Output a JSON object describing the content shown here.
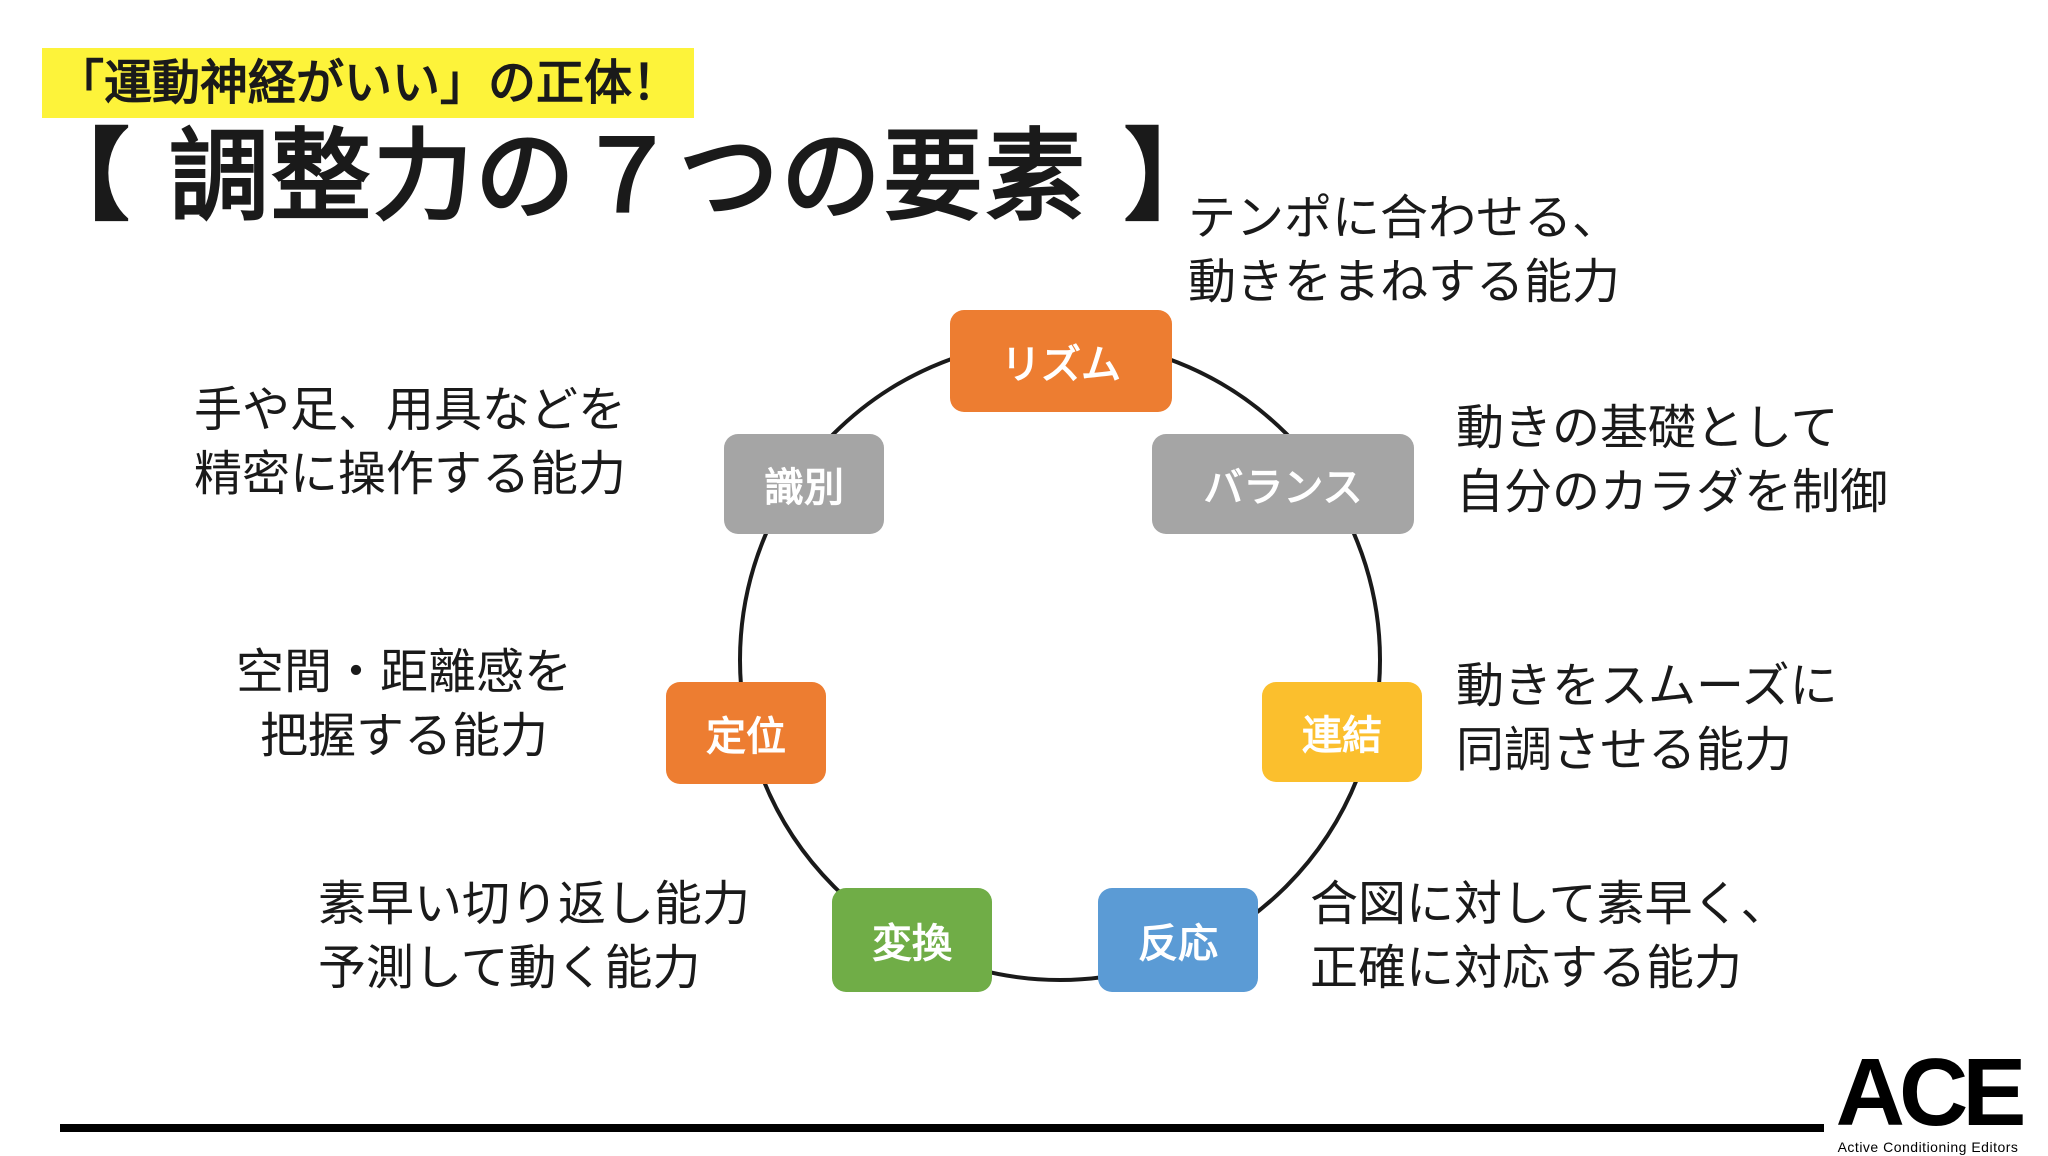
{
  "header": {
    "subtitle": "「運動神経がいい」の正体！",
    "title": "【 調整力の７つの要素 】"
  },
  "diagram": {
    "nodes": [
      {
        "label": "リズム",
        "color": "#ed7d31"
      },
      {
        "label": "バランス",
        "color": "#a5a5a5"
      },
      {
        "label": "連結",
        "color": "#fbbf2d"
      },
      {
        "label": "反応",
        "color": "#5b9bd5"
      },
      {
        "label": "変換",
        "color": "#70ad47"
      },
      {
        "label": "定位",
        "color": "#ed7d31"
      },
      {
        "label": "識別",
        "color": "#a5a5a5"
      }
    ],
    "descriptions": [
      [
        "テンポに合わせる、",
        "動きをまねする能力"
      ],
      [
        "動きの基礎として",
        "自分のカラダを制御"
      ],
      [
        "動きをスムーズに",
        "同調させる能力"
      ],
      [
        "合図に対して素早く、",
        "正確に対応する能力"
      ],
      [
        "素早い切り返し能力",
        "予測して動く能力"
      ],
      [
        "空間・距離感を",
        "把握する能力"
      ],
      [
        "手や足、用具などを",
        "精密に操作する能力"
      ]
    ]
  },
  "logo": {
    "mark": "ACE",
    "tagline": "Active Conditioning Editors"
  }
}
